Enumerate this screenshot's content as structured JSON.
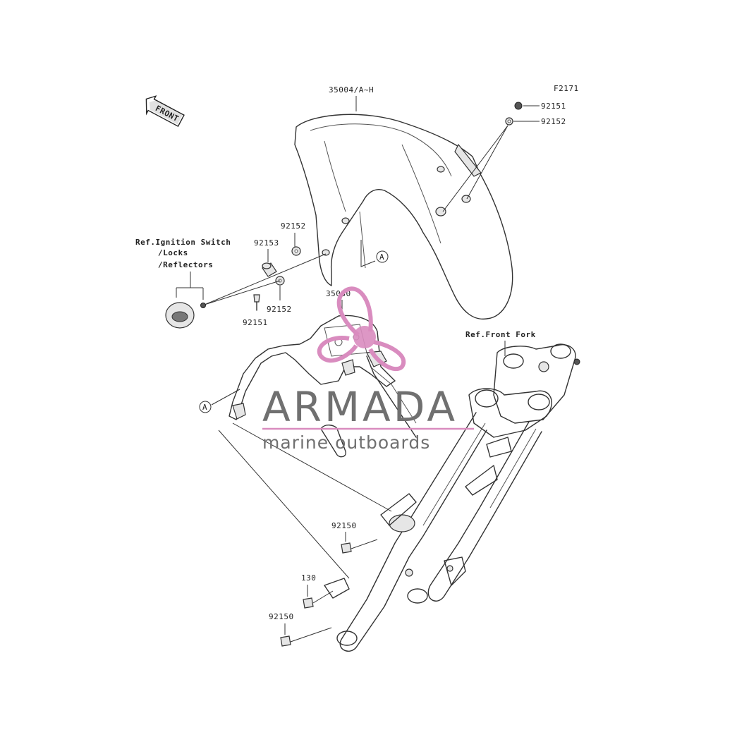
{
  "diagram": {
    "code": "F2171",
    "front_badge": "FRONT",
    "labels": {
      "fender": "35004/A~H",
      "p92151_top": "92151",
      "p92152_top": "92152",
      "p92152_mid": "92152",
      "p92153": "92153",
      "p92152_low": "92152",
      "p92151_low": "92151",
      "bracket": "35030",
      "ref_ignition_1": "Ref.Ignition Switch",
      "ref_ignition_2": "/Locks",
      "ref_ignition_3": "/Reflectors",
      "ref_fork": "Ref.Front Fork",
      "p92150_up": "92150",
      "p130": "130",
      "p92150_low": "92150",
      "marker_a1": "A",
      "marker_a2": "A"
    }
  },
  "watermark": {
    "brand": "ARMADA",
    "tagline": "marine outboards",
    "brand_color": "#707070",
    "accent_color": "#d98cbf"
  }
}
